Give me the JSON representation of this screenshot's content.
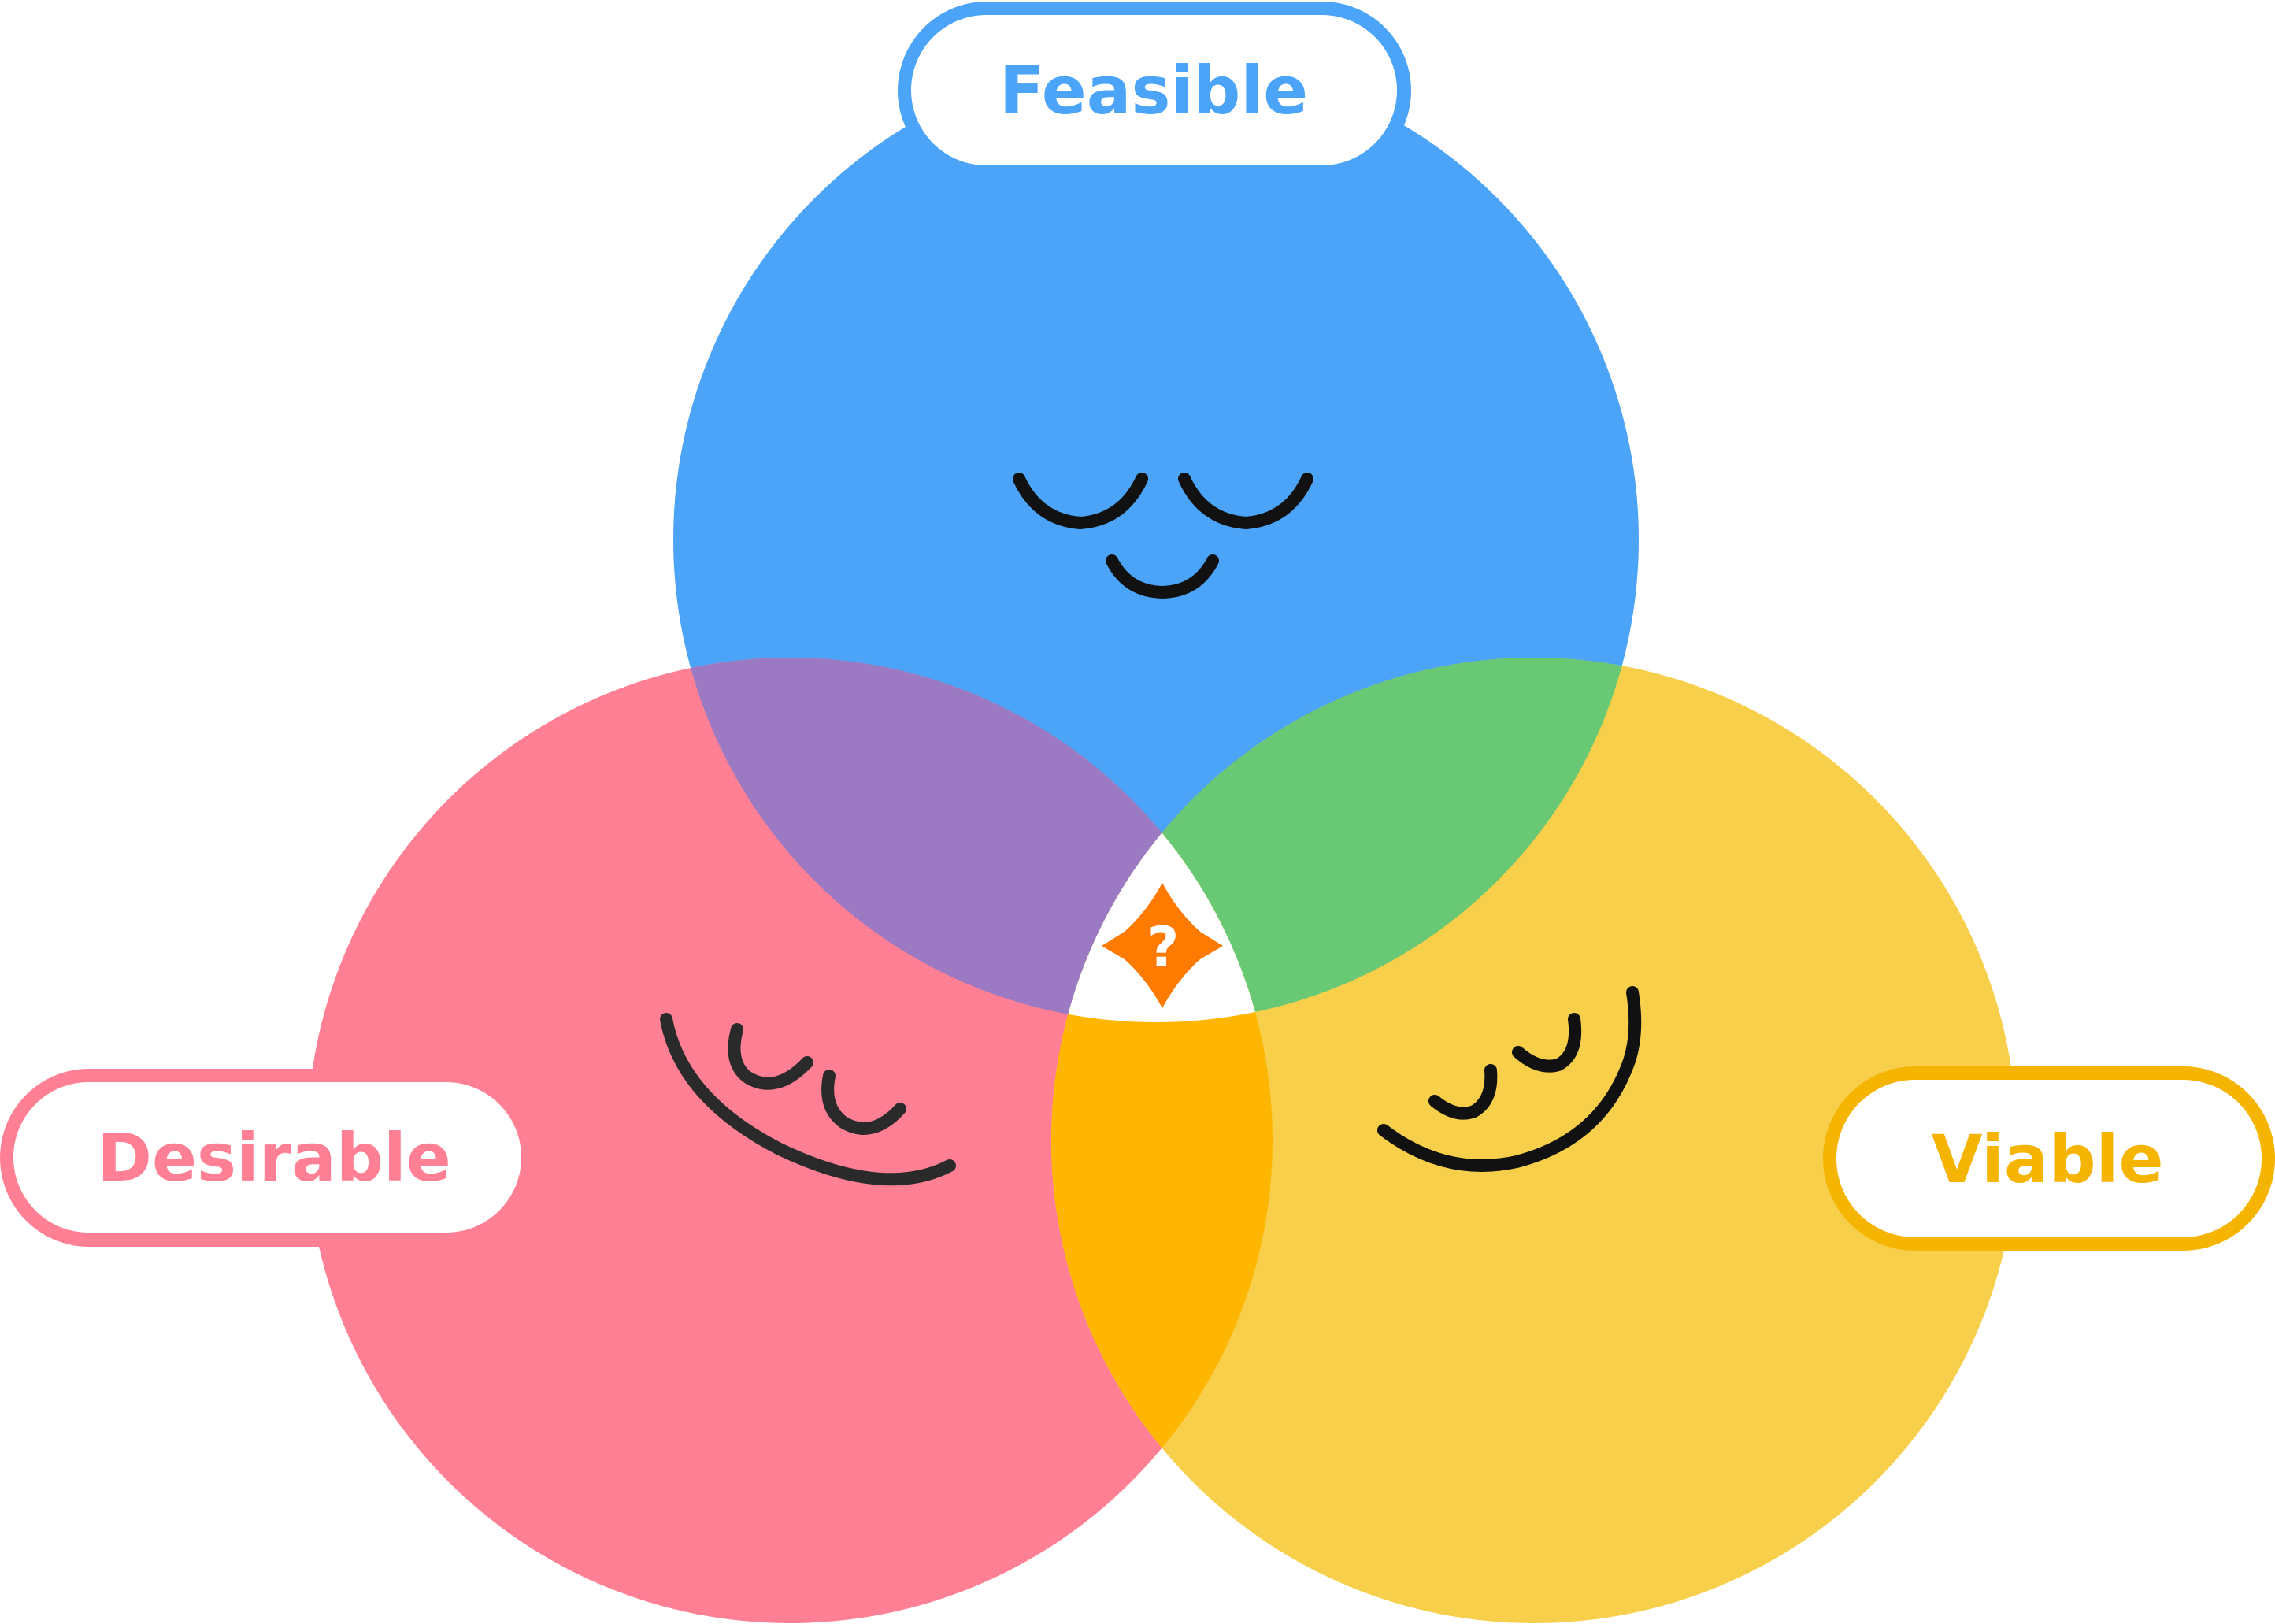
{
  "circles": [
    {
      "id": "feasible",
      "label": "Feasible",
      "color": "#4BA4F7",
      "label_color": "#4BA4F7"
    },
    {
      "id": "desirable",
      "label": "Desirable",
      "color": "#FF8094",
      "label_color": "#FF8094"
    },
    {
      "id": "viable",
      "label": "Viable",
      "color": "#F8CF4A",
      "label_color": "#F5B400"
    }
  ],
  "overlaps": {
    "feasible_desirable": "#9B79C3",
    "feasible_viable": "#68C873",
    "desirable_viable": "#FFB600",
    "center": "#FFFFFF"
  },
  "center_mark": {
    "icon": "sparkle-question-icon",
    "glyph": "?",
    "color": "#FF7A00"
  }
}
